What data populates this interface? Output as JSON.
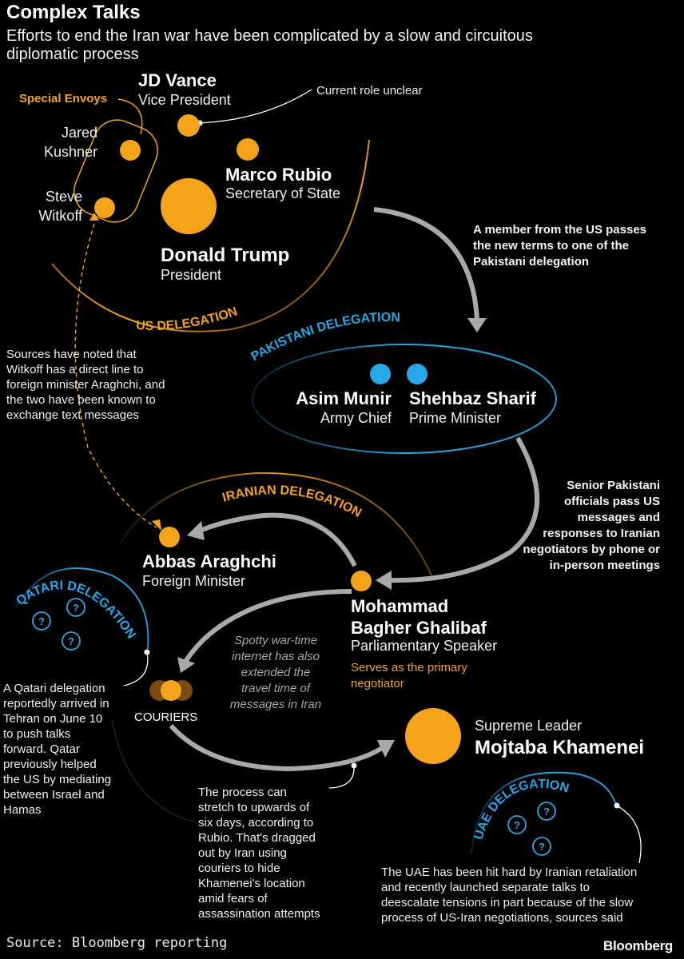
{
  "title": "Complex Talks",
  "subtitle": "Efforts to end the Iran war have been complicated by a slow and circuitous\ndiplomatic process",
  "colors": {
    "orange": "#f5a31b",
    "blue": "#28a8e8",
    "arrow_gray": "#a9a9a9",
    "background": "#000000",
    "text": "#ffffff"
  },
  "us": {
    "delegation_label": "US DELEGATION",
    "special_envoys_label": "Special Envoys",
    "vance": {
      "name": "JD Vance",
      "role": "Vice President"
    },
    "vance_note": "Current role unclear",
    "kushner": "Jared\nKushner",
    "witkoff": "Steve\nWitkoff",
    "rubio": {
      "name": "Marco Rubio",
      "role": "Secretary of State"
    },
    "trump": {
      "name": "Donald Trump",
      "role": "President"
    }
  },
  "pakistan": {
    "delegation_label": "PAKISTANI DELEGATION",
    "munir": {
      "name": "Asim Munir",
      "role": "Army Chief"
    },
    "sharif": {
      "name": "Shehbaz Sharif",
      "role": "Prime Minister"
    }
  },
  "iran": {
    "delegation_label": "IRANIAN DELEGATION",
    "araghchi": {
      "name": "Abbas Araghchi",
      "role": "Foreign Minister"
    },
    "ghalibaf": {
      "name": "Mohammad\nBagher Ghalibaf",
      "role": "Parliamentary Speaker"
    },
    "ghalibaf_note": "Serves as the primary\nnegotiator",
    "couriers_label": "COURIERS",
    "khamenei": {
      "title": "Supreme Leader",
      "name": "Mojtaba Khamenei"
    }
  },
  "qatar": {
    "delegation_label": "QATARI DELEGATION"
  },
  "uae": {
    "delegation_label": "UAE DELEGATION"
  },
  "unknown_member_symbol": "?",
  "annotations": {
    "us_to_pakistan": "A member from the US passes\nthe new terms to one of the\nPakistani delegation",
    "witkoff_line": "Sources have noted that\nWitkoff has a direct line to\nforeign minister Araghchi, and\nthe two have been known to\nexchange text messages",
    "pakistan_to_iran": "Senior Pakistani\nofficials pass US\nmessages and\nresponses to Iranian\nnegotiators by phone or\nin-person meetings",
    "internet": "Spotty war-time\ninternet has also\nextended the\ntravel time of\nmessages in Iran",
    "qatar_note": "A Qatari delegation\nreportedly arrived in\nTehran on June 10\nto push talks\nforward. Qatar\npreviously helped\nthe US by mediating\nbetween Israel and\nHamas",
    "couriers_note": "The process can\nstretch to upwards of\nsix days, according to\nRubio. That's dragged\nout by Iran using\ncouriers to hide\nKhamenei's location\namid fears of\nassassination attempts",
    "uae_note": "The UAE has been hit hard by Iranian retaliation\nand recently launched separate talks to\ndeescalate tensions in part because of the slow\nprocess of US-Iran negotiations, sources said"
  },
  "source": "Source: Bloomberg reporting",
  "brand": "Bloomberg"
}
